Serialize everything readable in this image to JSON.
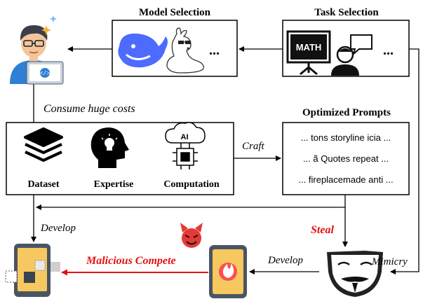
{
  "model_selection": {
    "title": "Model Selection",
    "more": "..."
  },
  "task_selection": {
    "title": "Task Selection",
    "math_label": "MATH",
    "more": "..."
  },
  "resources": {
    "dataset": "Dataset",
    "expertise": "Expertise",
    "computation": "Computation",
    "ai_chip_label": "AI"
  },
  "optimized_prompts": {
    "title": "Optimized Prompts",
    "lines": [
      "... tons storyline icia ...",
      "... ã Quotes repeat ...",
      "... fireplacemade anti ..."
    ]
  },
  "edges": {
    "consume": "Consume huge costs",
    "craft": "Craft",
    "develop_left": "Develop",
    "steal": "Steal",
    "develop_right": "Develop",
    "mimicry": "Mimicry",
    "malicious": "Malicious Compete"
  },
  "colors": {
    "deepseek_blue": "#4d6bfe",
    "steal_red": "#e81010",
    "devil_red": "#e53935",
    "tinder_red": "#fe4f4f",
    "phone_yellow": "#f6c85f"
  }
}
